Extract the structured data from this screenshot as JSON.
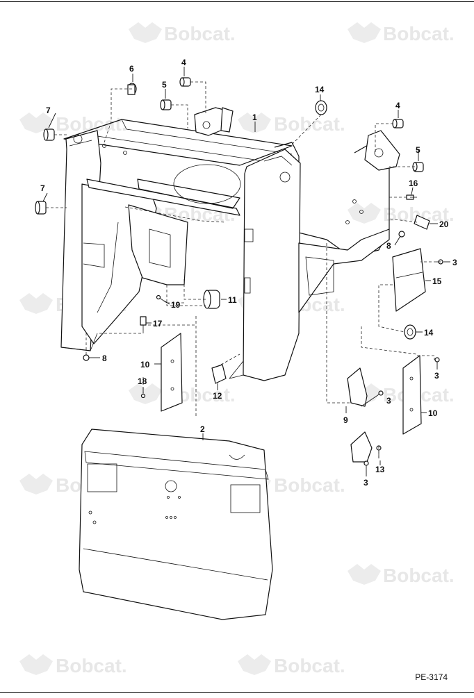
{
  "watermark": "Bobcat.",
  "figure_ref": "PE-3174",
  "callouts": [
    {
      "id": "c6",
      "label": "6"
    },
    {
      "id": "c4a",
      "label": "4"
    },
    {
      "id": "c5a",
      "label": "5"
    },
    {
      "id": "c14a",
      "label": "14"
    },
    {
      "id": "c4b",
      "label": "4"
    },
    {
      "id": "c7a",
      "label": "7"
    },
    {
      "id": "c1",
      "label": "1"
    },
    {
      "id": "c5b",
      "label": "5"
    },
    {
      "id": "c16",
      "label": "16"
    },
    {
      "id": "c7b",
      "label": "7"
    },
    {
      "id": "c20",
      "label": "20"
    },
    {
      "id": "c8a",
      "label": "8"
    },
    {
      "id": "c3a",
      "label": "3"
    },
    {
      "id": "c15",
      "label": "15"
    },
    {
      "id": "c11",
      "label": "11"
    },
    {
      "id": "c19",
      "label": "19"
    },
    {
      "id": "c17",
      "label": "17"
    },
    {
      "id": "c14b",
      "label": "14"
    },
    {
      "id": "c8b",
      "label": "8"
    },
    {
      "id": "c3b",
      "label": "3"
    },
    {
      "id": "c10a",
      "label": "10"
    },
    {
      "id": "c18",
      "label": "18"
    },
    {
      "id": "c12",
      "label": "12"
    },
    {
      "id": "c3c",
      "label": "3"
    },
    {
      "id": "c9",
      "label": "9"
    },
    {
      "id": "c10b",
      "label": "10"
    },
    {
      "id": "c2",
      "label": "2"
    },
    {
      "id": "c13",
      "label": "13"
    },
    {
      "id": "c3d",
      "label": "3"
    }
  ]
}
